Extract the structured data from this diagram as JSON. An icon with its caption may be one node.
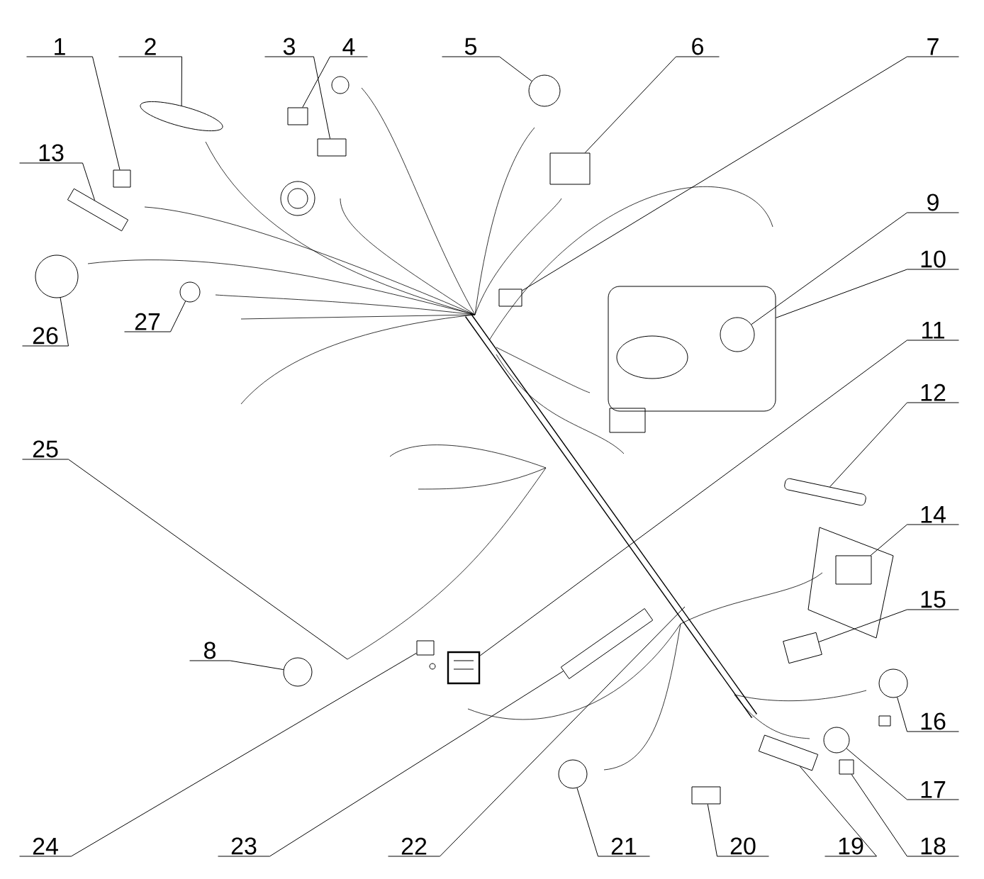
{
  "diagram": {
    "nodes": [
      {
        "text": [
          "1"
        ]
      },
      {
        "text": [
          "2"
        ]
      },
      {
        "text": [
          "3"
        ]
      },
      {
        "text": [
          "4"
        ]
      },
      {
        "text": [
          "5"
        ]
      },
      {
        "text": [
          "6"
        ]
      },
      {
        "text": [
          "7"
        ]
      },
      {
        "text": [
          "8"
        ]
      },
      {
        "text": [
          "9"
        ]
      },
      {
        "text": [
          "10"
        ]
      },
      {
        "text": [
          "11"
        ]
      },
      {
        "text": [
          "12"
        ]
      },
      {
        "text": [
          "13"
        ]
      },
      {
        "text": [
          "14"
        ]
      },
      {
        "text": [
          "15"
        ]
      },
      {
        "text": [
          "16"
        ]
      },
      {
        "text": [
          "17"
        ]
      },
      {
        "text": [
          "18"
        ]
      },
      {
        "text": [
          "19"
        ]
      },
      {
        "text": [
          "20"
        ]
      },
      {
        "text": [
          "21"
        ]
      },
      {
        "text": [
          "22"
        ]
      },
      {
        "text": [
          "23"
        ]
      },
      {
        "text": [
          "24"
        ]
      },
      {
        "text": [
          "25"
        ]
      },
      {
        "text": [
          "26"
        ]
      },
      {
        "text": [
          "27"
        ]
      },
      {
        "text": [],
        "shape": "box"
      },
      {
        "text": [],
        "shape": "ellipse"
      },
      {
        "text": [],
        "shape": "box"
      },
      {
        "text": [],
        "shape": "box"
      },
      {
        "text": [],
        "shape": "circle"
      },
      {
        "text": [],
        "shape": "box"
      },
      {
        "text": [],
        "shape": "box"
      },
      {
        "text": [],
        "shape": "circle"
      },
      {
        "text": [],
        "shape": "box"
      },
      {
        "text": [],
        "shape": "circle",
        "in": 35
      },
      {
        "text": [],
        "shape": "box"
      },
      {
        "text": [],
        "shape": "box"
      },
      {
        "text": [],
        "shape": "box"
      },
      {
        "text": [],
        "shape": "box"
      },
      {
        "text": [],
        "shape": "box"
      },
      {
        "text": [],
        "shape": "circle"
      },
      {
        "text": [],
        "shape": "circle"
      },
      {
        "text": [],
        "shape": "box"
      },
      {
        "text": [],
        "shape": "box"
      },
      {
        "text": [],
        "shape": "box"
      },
      {
        "text": [],
        "shape": "circle"
      },
      {
        "text": [],
        "shape": "box"
      },
      {
        "text": [],
        "shape": "box"
      },
      {
        "text": [],
        "shape": "circle"
      },
      {
        "text": [],
        "shape": "circle"
      }
    ],
    "edges": [
      {
        "from": 0,
        "to": 27,
        "arrow": "none"
      },
      {
        "from": 1,
        "to": 28,
        "arrow": "none"
      },
      {
        "from": 2,
        "to": 29,
        "arrow": "none"
      },
      {
        "from": 3,
        "to": 30,
        "arrow": "none"
      },
      {
        "from": 4,
        "to": 31,
        "arrow": "none"
      },
      {
        "from": 5,
        "to": 32,
        "arrow": "none"
      },
      {
        "from": 6,
        "to": 33,
        "arrow": "none"
      },
      {
        "from": 7,
        "to": 34,
        "arrow": "none"
      },
      {
        "from": 8,
        "to": 36,
        "arrow": "none"
      },
      {
        "from": 9,
        "to": 35,
        "arrow": "none"
      },
      {
        "from": 10,
        "to": 37,
        "arrow": "none"
      },
      {
        "from": 11,
        "to": 38,
        "arrow": "none"
      },
      {
        "from": 12,
        "to": 39,
        "arrow": "none"
      },
      {
        "from": 13,
        "to": 40,
        "arrow": "none"
      },
      {
        "from": 14,
        "to": 41,
        "arrow": "none"
      },
      {
        "from": 15,
        "to": 42,
        "arrow": "none"
      },
      {
        "from": 16,
        "to": 43,
        "arrow": "none"
      },
      {
        "from": 17,
        "to": 44,
        "arrow": "none"
      },
      {
        "from": 18,
        "to": 45,
        "arrow": "none"
      },
      {
        "from": 19,
        "to": 46,
        "arrow": "none"
      },
      {
        "from": 20,
        "to": 47,
        "arrow": "none"
      },
      {
        "from": 21,
        "to": null,
        "arrow": "none"
      },
      {
        "from": 22,
        "to": 48,
        "arrow": "none"
      },
      {
        "from": 23,
        "to": 49,
        "arrow": "none"
      },
      {
        "from": 24,
        "to": null,
        "arrow": "none"
      },
      {
        "from": 25,
        "to": 50,
        "arrow": "none"
      },
      {
        "from": 26,
        "to": 51,
        "arrow": "none"
      }
    ]
  }
}
